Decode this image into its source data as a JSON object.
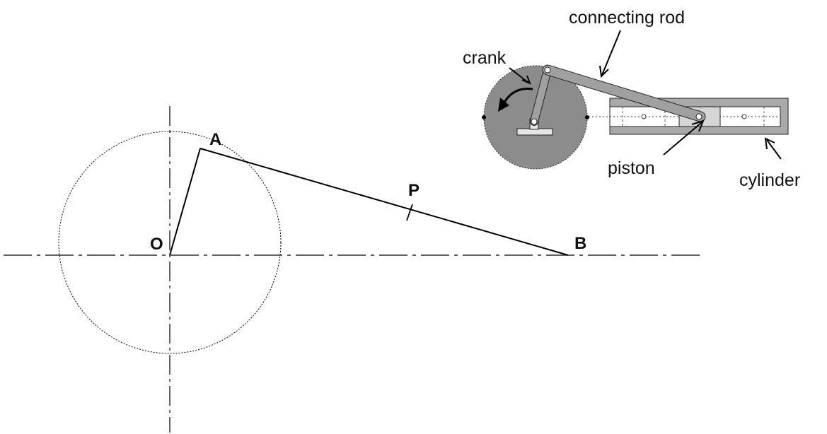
{
  "points": {
    "o": "O",
    "a": "A",
    "p": "P",
    "b": "B"
  },
  "callouts": {
    "crank": "crank",
    "connecting_rod": "connecting rod",
    "piston": "piston",
    "cylinder": "cylinder"
  },
  "colors": {
    "line": "#000000",
    "crank_disc": "#8c8c8c",
    "cylinder": "#a9a9a9",
    "piston": "#d6d6d6",
    "rod": "#a0a0a0"
  }
}
